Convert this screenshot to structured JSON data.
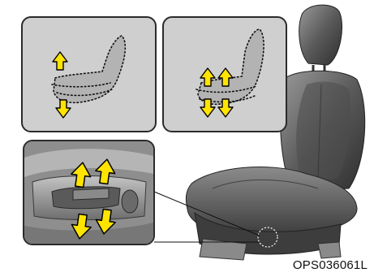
{
  "figure": {
    "code": "OPS036061L"
  },
  "panels": [
    {
      "name": "seat-height-panel",
      "arrows": [
        "up",
        "down"
      ]
    },
    {
      "name": "seat-tilt-panel",
      "arrows": [
        "up",
        "up",
        "down",
        "down"
      ]
    },
    {
      "name": "control-switch-panel",
      "arrows": [
        "up",
        "up",
        "down",
        "down"
      ]
    }
  ],
  "colors": {
    "arrow_fill": "#ffe400",
    "arrow_stroke": "#000000",
    "panel_border": "#2b2b2b",
    "panel_background": "#cfcfcf",
    "seat_leather": "#5a5a5a"
  },
  "icons": [
    "arrow-up-icon",
    "arrow-down-icon"
  ]
}
